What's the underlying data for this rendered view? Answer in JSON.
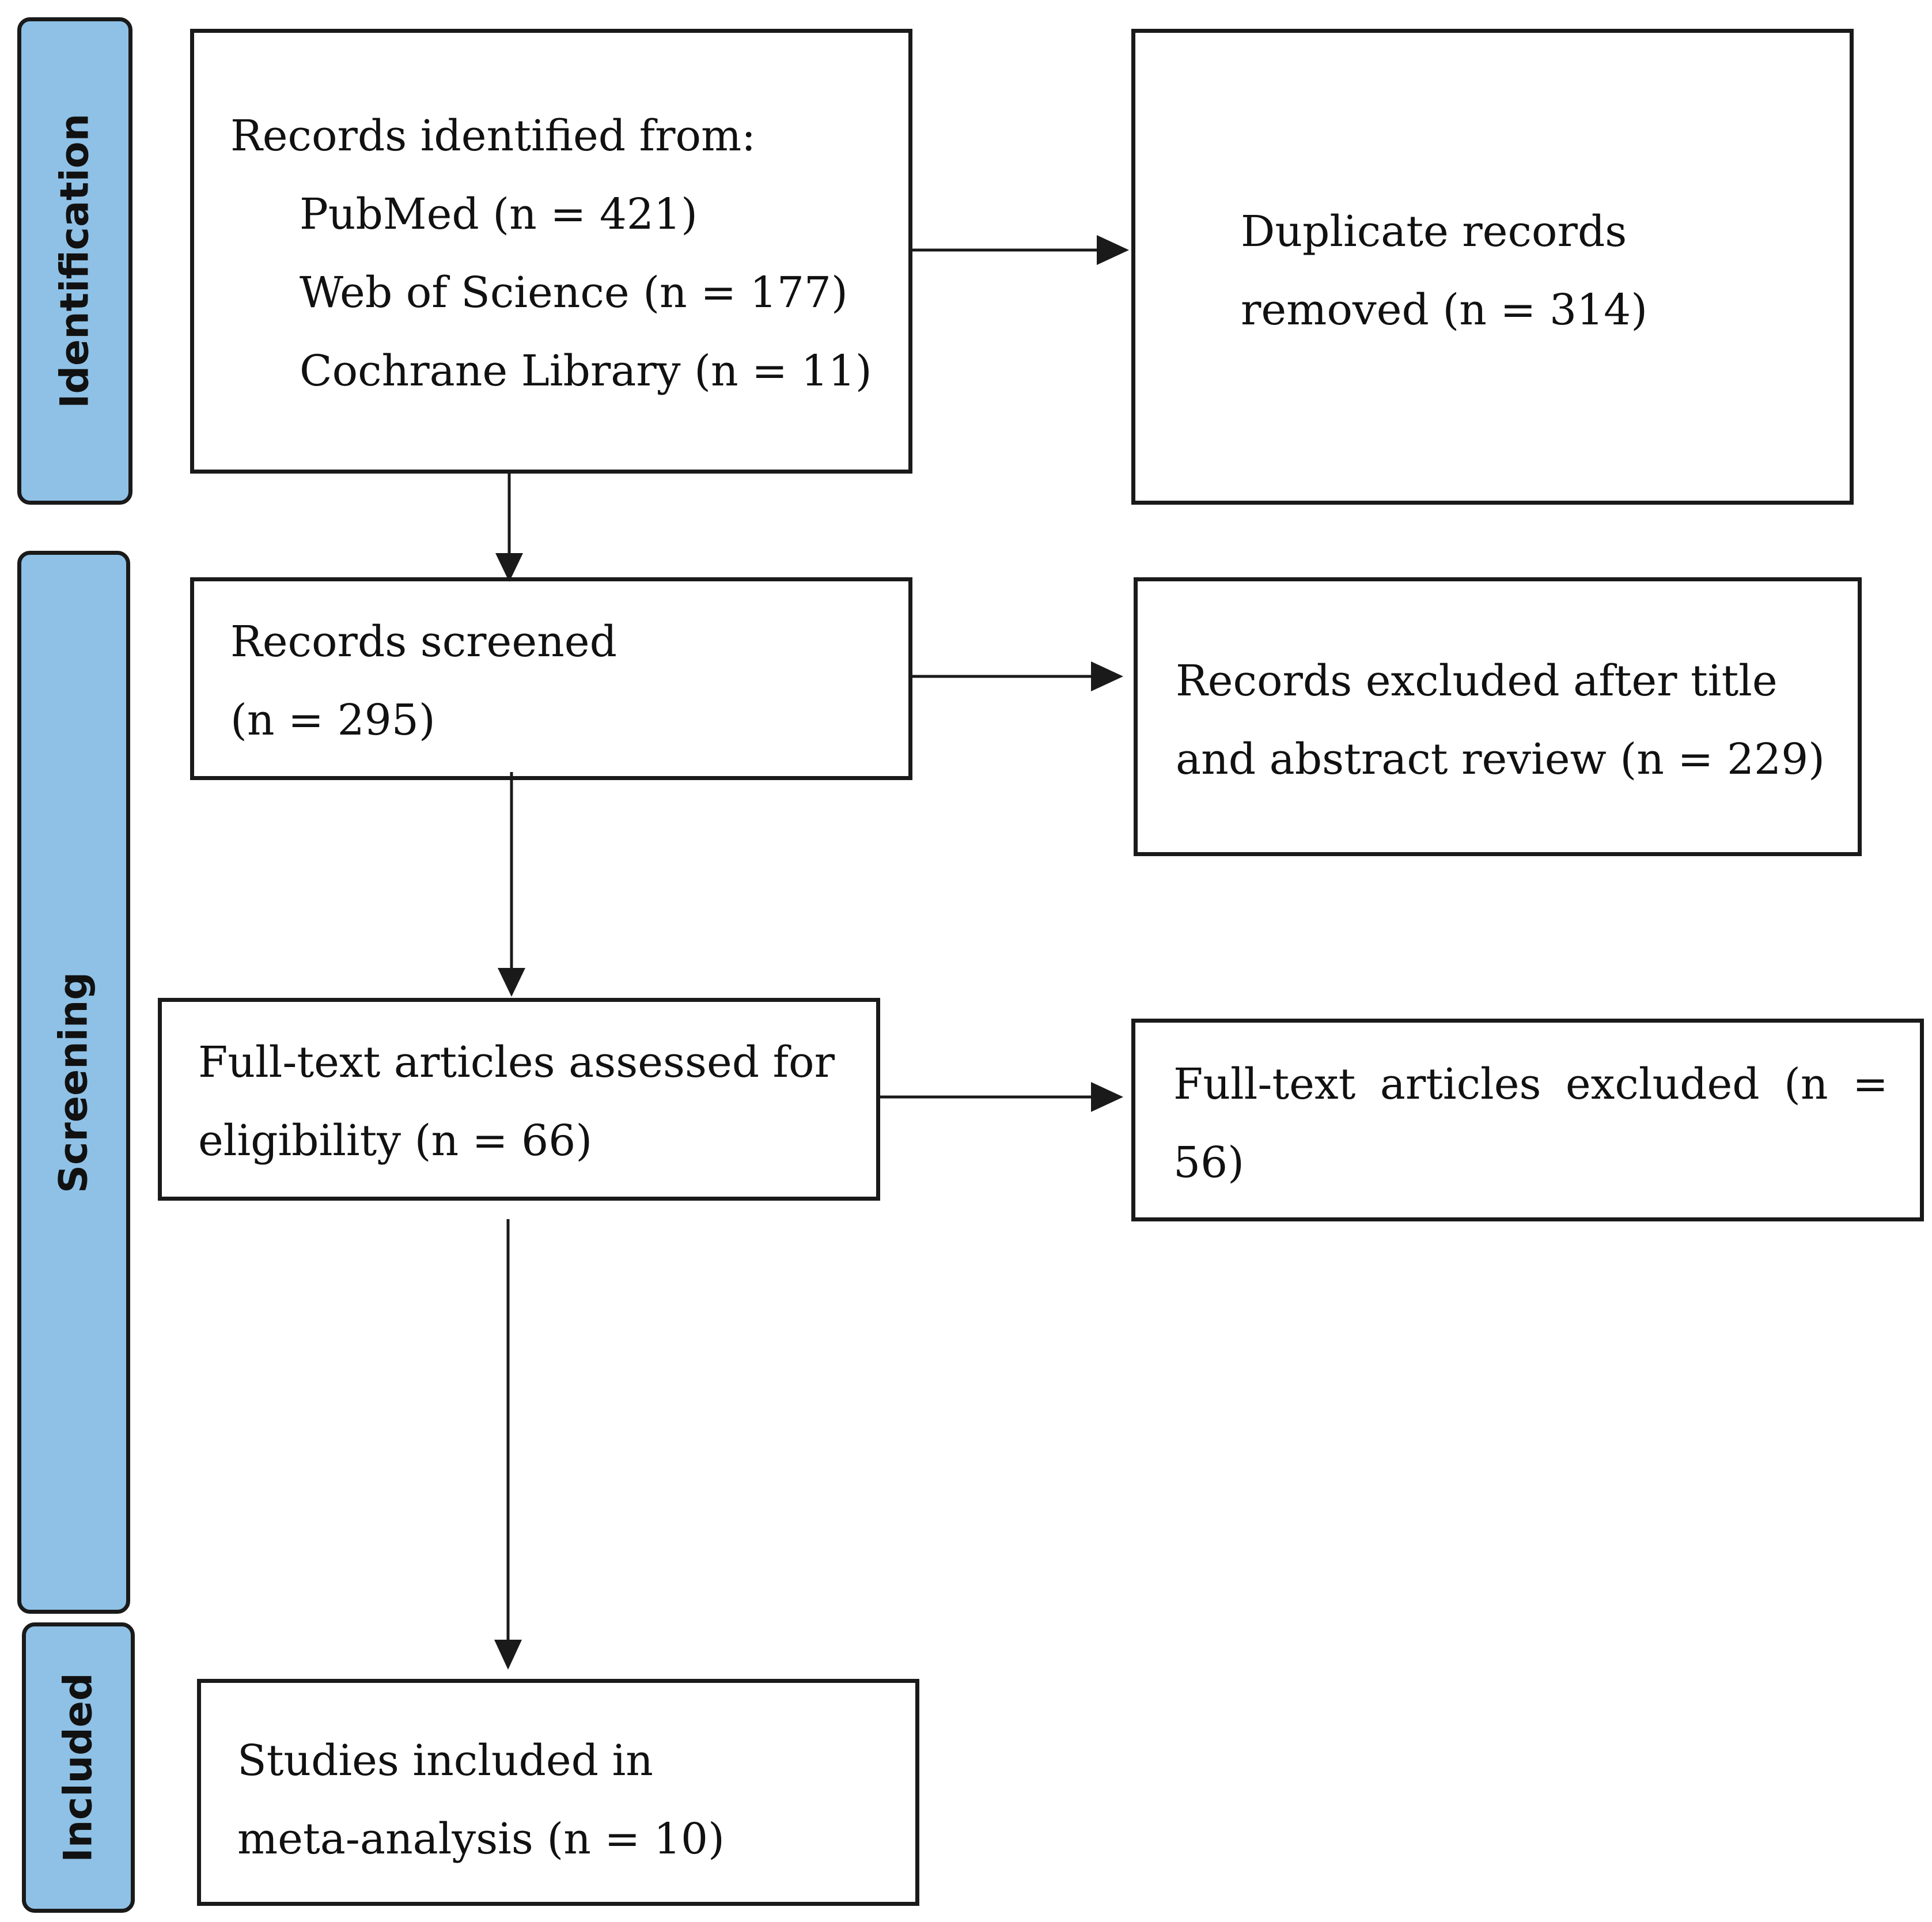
{
  "phases": {
    "identification": "Identification",
    "screening": "Screening",
    "included": "Included"
  },
  "records_identified": {
    "heading": "Records identified from:",
    "sources": [
      "PubMed (n = 421)",
      "Web of Science (n = 177)",
      "Cochrane Library (n = 11)"
    ]
  },
  "duplicates_removed": {
    "lines": [
      "Duplicate records",
      "removed (n = 314)"
    ]
  },
  "records_screened": {
    "lines": [
      "Records screened",
      "(n = 295)"
    ]
  },
  "records_excluded": {
    "lines": [
      "Records excluded after title",
      "and abstract review (n = 229)"
    ]
  },
  "fulltext_assessed": {
    "lines": [
      "Full-text articles assessed for",
      "eligibility (n = 66)"
    ]
  },
  "fulltext_excluded": {
    "line1_words": [
      "Full-text",
      "articles",
      "excluded",
      "(n",
      "="
    ],
    "line2": "56)"
  },
  "studies_included": {
    "lines": [
      "Studies included in",
      "meta-analysis (n = 10)"
    ]
  },
  "colors": {
    "phase_fill": "#8fc1e6",
    "border": "#1a1a1a"
  }
}
